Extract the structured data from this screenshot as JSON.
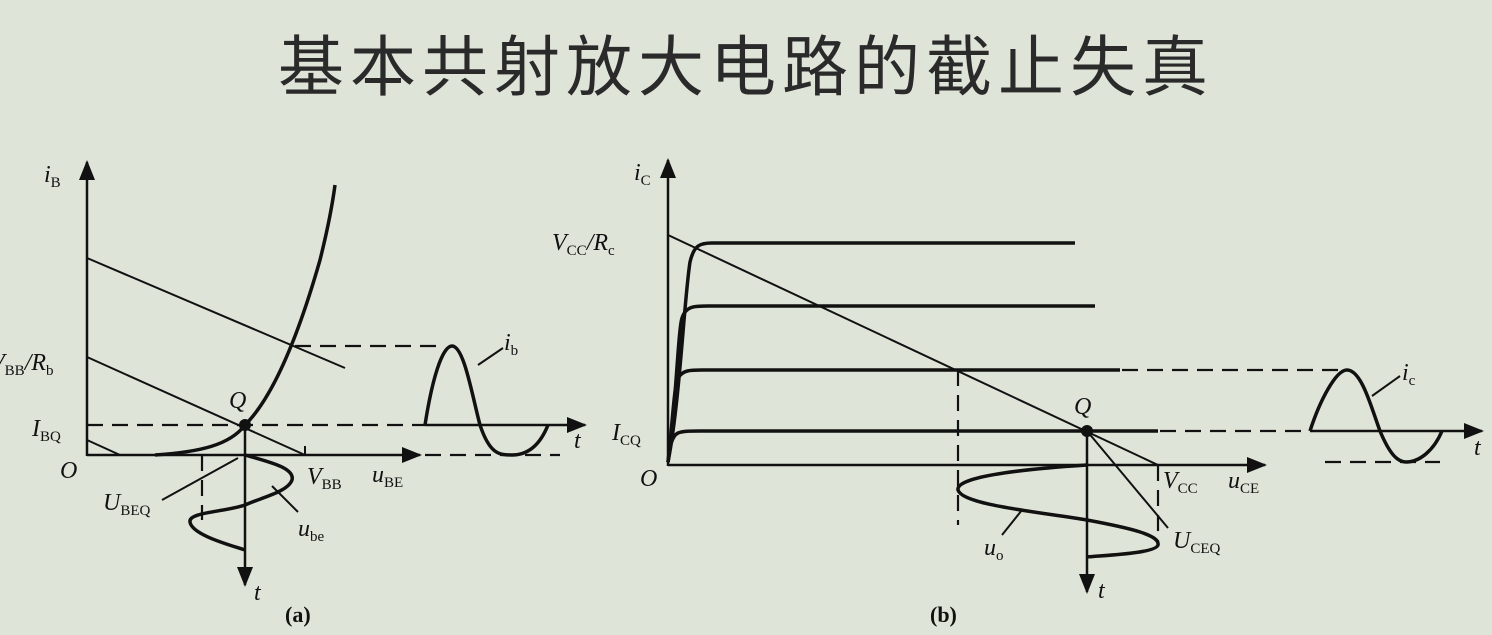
{
  "title": "基本共射放大电路的截止失真",
  "figure_a": {
    "caption": "(a)",
    "y_axis": {
      "main": "i",
      "sub": "B"
    },
    "x_axis": {
      "main": "u",
      "sub": "BE"
    },
    "origin": "O",
    "vbb_rb": {
      "main": "V",
      "sub1": "BB",
      "mid": "/R",
      "sub2": "b"
    },
    "ibq": {
      "main": "I",
      "sub": "BQ"
    },
    "q_point": "Q",
    "vbb": {
      "main": "V",
      "sub": "BB"
    },
    "ubeq": {
      "main": "U",
      "sub": "BEQ"
    },
    "ube": {
      "main": "u",
      "sub": "be"
    },
    "ib": {
      "main": "i",
      "sub": "b"
    },
    "t_right": "t",
    "t_down": "t"
  },
  "figure_b": {
    "caption": "(b)",
    "y_axis": {
      "main": "i",
      "sub": "C"
    },
    "x_axis": {
      "main": "u",
      "sub": "CE"
    },
    "origin": "O",
    "vcc_rc": {
      "main": "V",
      "sub1": "CC",
      "mid": "/R",
      "sub2": "c"
    },
    "icq": {
      "main": "I",
      "sub": "CQ"
    },
    "q_point": "Q",
    "vcc": {
      "main": "V",
      "sub": "CC"
    },
    "uceq": {
      "main": "U",
      "sub": "CEQ"
    },
    "uo": {
      "main": "u",
      "sub": "o"
    },
    "ic": {
      "main": "i",
      "sub": "c"
    },
    "t_right": "t",
    "t_down": "t"
  }
}
